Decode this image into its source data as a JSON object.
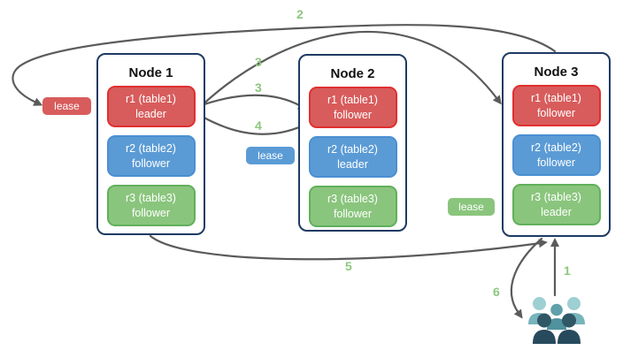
{
  "colors": {
    "node_border": "#1f3a63",
    "arrow": "#5b5b5b",
    "step_green": "#8cc87d",
    "red_fill": "#d85c5c",
    "red_border": "#e12f2f",
    "blue_fill": "#5b9bd5",
    "blue_border": "#4a8fd2",
    "green_fill": "#8ac57d",
    "green_border": "#61b05b",
    "users_light_head": "#9dcfd3",
    "users_light_body": "#78b4bb",
    "users_mid_head": "#5fa0aa",
    "users_mid_body": "#50929d",
    "users_dark_head": "#2f5765",
    "users_dark_body": "#274a5d"
  },
  "nodes": [
    {
      "title": "Node 1",
      "replicas": [
        {
          "name": "r1 (table1)",
          "role": "leader",
          "color": "red"
        },
        {
          "name": "r2 (table2)",
          "role": "follower",
          "color": "blue"
        },
        {
          "name": "r3 (table3)",
          "role": "follower",
          "color": "green"
        }
      ]
    },
    {
      "title": "Node 2",
      "replicas": [
        {
          "name": "r1 (table1)",
          "role": "follower",
          "color": "red"
        },
        {
          "name": "r2 (table2)",
          "role": "leader",
          "color": "blue"
        },
        {
          "name": "r3 (table3)",
          "role": "follower",
          "color": "green"
        }
      ]
    },
    {
      "title": "Node 3",
      "replicas": [
        {
          "name": "r1 (table1)",
          "role": "follower",
          "color": "red"
        },
        {
          "name": "r2 (table2)",
          "role": "follower",
          "color": "blue"
        },
        {
          "name": "r3 (table3)",
          "role": "leader",
          "color": "green"
        }
      ]
    }
  ],
  "leases": [
    {
      "label": "lease",
      "color": "red"
    },
    {
      "label": "lease",
      "color": "blue"
    },
    {
      "label": "lease",
      "color": "green"
    }
  ],
  "steps": [
    {
      "n": "1"
    },
    {
      "n": "2"
    },
    {
      "n": "3"
    },
    {
      "n": "3"
    },
    {
      "n": "4"
    },
    {
      "n": "5"
    },
    {
      "n": "6"
    }
  ],
  "icons": {
    "users": "users-icon"
  }
}
